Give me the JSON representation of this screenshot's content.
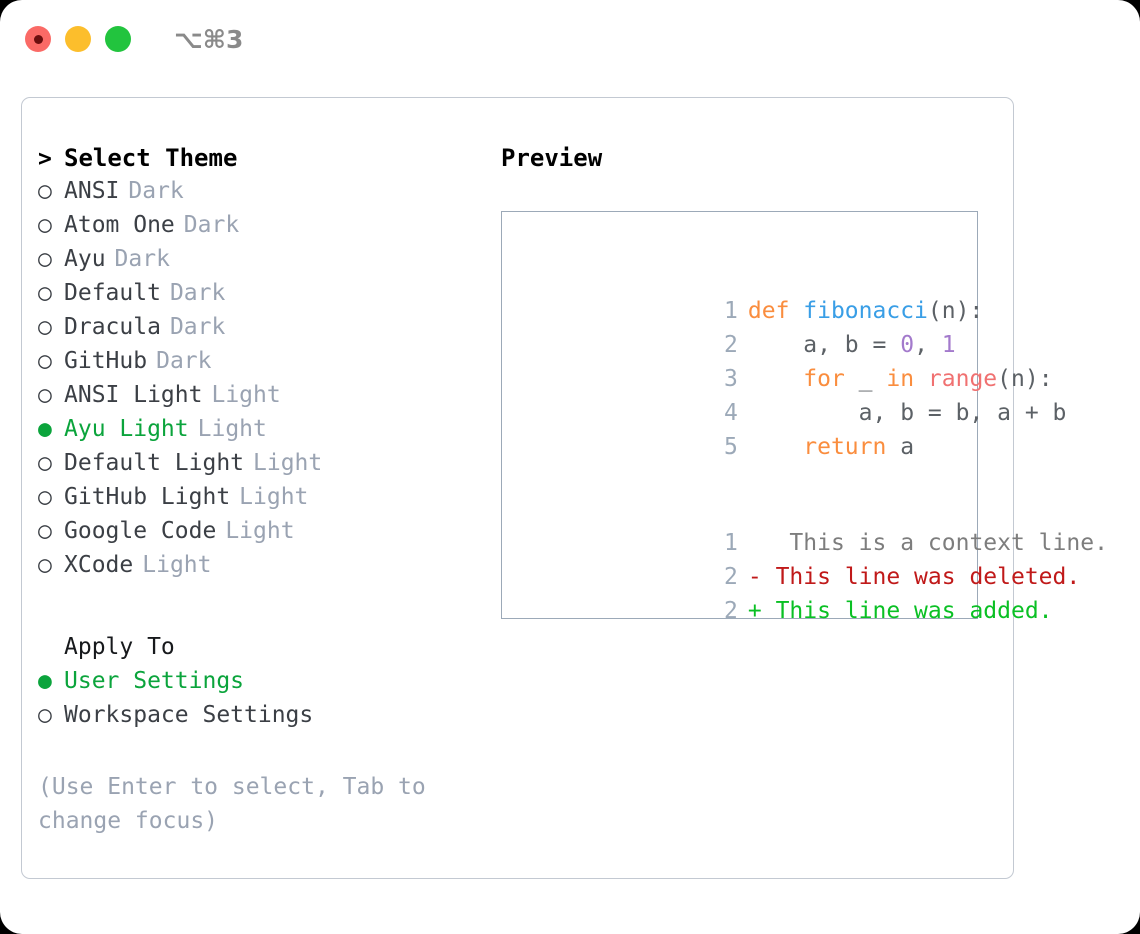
{
  "window": {
    "shortcut_label": "⌥⌘3",
    "traffic_lights": [
      {
        "name": "close",
        "color": "#fa6a66"
      },
      {
        "name": "minimize",
        "color": "#fcbe2c"
      },
      {
        "name": "maximize",
        "color": "#22c43e"
      }
    ]
  },
  "theme_picker": {
    "header_marker": ">",
    "header_label": "Select Theme",
    "items": [
      {
        "marker": "○",
        "label": "ANSI",
        "variant": "Dark",
        "selected": false
      },
      {
        "marker": "○",
        "label": "Atom One",
        "variant": "Dark",
        "selected": false
      },
      {
        "marker": "○",
        "label": "Ayu",
        "variant": "Dark",
        "selected": false
      },
      {
        "marker": "○",
        "label": "Default",
        "variant": "Dark",
        "selected": false
      },
      {
        "marker": "○",
        "label": "Dracula",
        "variant": "Dark",
        "selected": false
      },
      {
        "marker": "○",
        "label": "GitHub",
        "variant": "Dark",
        "selected": false
      },
      {
        "marker": "○",
        "label": "ANSI Light",
        "variant": "Light",
        "selected": false
      },
      {
        "marker": "●",
        "label": "Ayu Light",
        "variant": "Light",
        "selected": true
      },
      {
        "marker": "○",
        "label": "Default Light",
        "variant": "Light",
        "selected": false
      },
      {
        "marker": "○",
        "label": "GitHub Light",
        "variant": "Light",
        "selected": false
      },
      {
        "marker": "○",
        "label": "Google Code",
        "variant": "Light",
        "selected": false
      },
      {
        "marker": "○",
        "label": "XCode",
        "variant": "Light",
        "selected": false
      }
    ]
  },
  "apply_to": {
    "title": "Apply To",
    "items": [
      {
        "marker": "●",
        "label": "User Settings",
        "selected": true
      },
      {
        "marker": "○",
        "label": "Workspace Settings",
        "selected": false
      }
    ]
  },
  "hint": "(Use Enter to select, Tab to change focus)",
  "preview": {
    "title": "Preview",
    "code_lines": [
      {
        "no": "1",
        "tokens": [
          {
            "t": "def ",
            "c": "kw"
          },
          {
            "t": "fibonacci",
            "c": "fn"
          },
          {
            "t": "(n):",
            "c": "punct"
          }
        ]
      },
      {
        "no": "2",
        "tokens": [
          {
            "t": "    a, b = ",
            "c": "plain"
          },
          {
            "t": "0",
            "c": "num"
          },
          {
            "t": ", ",
            "c": "plain"
          },
          {
            "t": "1",
            "c": "num"
          }
        ]
      },
      {
        "no": "3",
        "tokens": [
          {
            "t": "    ",
            "c": "plain"
          },
          {
            "t": "for",
            "c": "kw"
          },
          {
            "t": " _ ",
            "c": "plain"
          },
          {
            "t": "in",
            "c": "kw"
          },
          {
            "t": " ",
            "c": "plain"
          },
          {
            "t": "range",
            "c": "bi"
          },
          {
            "t": "(n):",
            "c": "punct"
          }
        ]
      },
      {
        "no": "4",
        "tokens": [
          {
            "t": "        a, b = b, a + b",
            "c": "plain"
          }
        ]
      },
      {
        "no": "5",
        "tokens": [
          {
            "t": "    ",
            "c": "plain"
          },
          {
            "t": "return",
            "c": "kw"
          },
          {
            "t": " a",
            "c": "plain"
          }
        ]
      }
    ],
    "diff_lines": [
      {
        "no": "1",
        "sign": " ",
        "text": "  This is a context line.",
        "kind": "ctx"
      },
      {
        "no": "2",
        "sign": "-",
        "text": " This line was deleted.",
        "kind": "del"
      },
      {
        "no": "2",
        "sign": "+",
        "text": " This line was added.",
        "kind": "add"
      }
    ]
  },
  "colors": {
    "accent_green": "#0ba43c",
    "muted": "#9aa3b2",
    "keyword": "#fa8d3e",
    "function": "#399ee6",
    "number": "#a37acc",
    "builtin": "#f07171",
    "diff_delete": "#c01919",
    "diff_add": "#0ac024"
  }
}
